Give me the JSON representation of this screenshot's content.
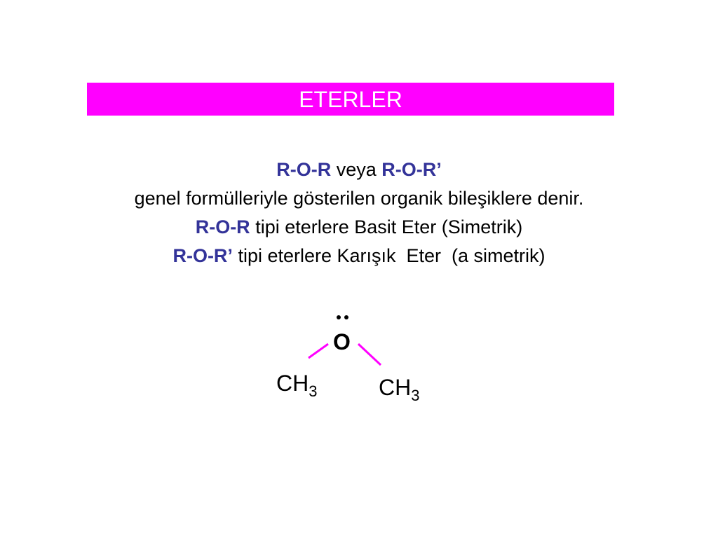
{
  "title": "ETERLER",
  "definition": {
    "line1": {
      "formula_a": "R-O-R",
      "connector": " veya ",
      "formula_b": "R-O-R’"
    },
    "line2": "genel formülleriyle gösterilen organik bileşiklere denir.",
    "line3": {
      "formula": "R-O-R",
      "text": " tipi eterlere Basit Eter (Simetrik)"
    },
    "line4": {
      "formula": "R-O-R’",
      "text": " tipi eterlere Karışık  Eter  (a simetrik)"
    }
  },
  "molecule": {
    "oxygen": "O",
    "left_group": {
      "base": "CH",
      "subscript": "3"
    },
    "right_group": {
      "base": "CH",
      "subscript": "3"
    }
  },
  "colors": {
    "title_background": "#ff00ff",
    "title_text": "#ffffff",
    "formula_text": "#333399",
    "bond": "#ff00ff"
  }
}
